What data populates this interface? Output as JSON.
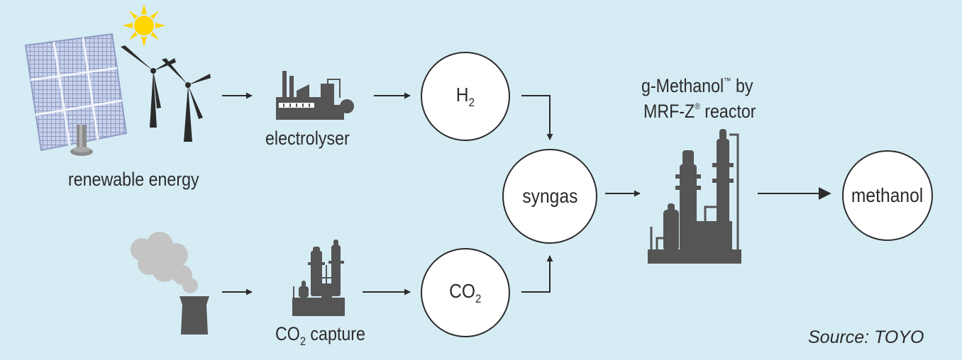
{
  "labels": {
    "renewable": "renewable energy",
    "electrolyser": "electrolyser",
    "co2_capture_pre": "CO",
    "co2_capture_sub": "2",
    "co2_capture_post": " capture",
    "reactor_line1_a": "g-Methanol",
    "reactor_line1_tm": "™",
    "reactor_line1_b": " by",
    "reactor_line2_a": "MRF-Z",
    "reactor_line2_reg": "®",
    "reactor_line2_b": " reactor"
  },
  "nodes": {
    "h2_main": "H",
    "h2_sub": "2",
    "co2_main": "CO",
    "co2_sub": "2",
    "syngas": "syngas",
    "methanol": "methanol"
  },
  "source": "Source: TOYO",
  "colors": {
    "background": "#d6ecf5",
    "icon_dark": "#555555",
    "smoke": "#c4c4c4",
    "sun": "#ffd600",
    "panel": "#c7d0e6",
    "arrow": "#2b2b2b"
  },
  "icons": [
    "sun-icon",
    "solar-panel-icon",
    "wind-turbine-icon",
    "factory-icon",
    "smokestack-icon",
    "refinery-icon"
  ]
}
